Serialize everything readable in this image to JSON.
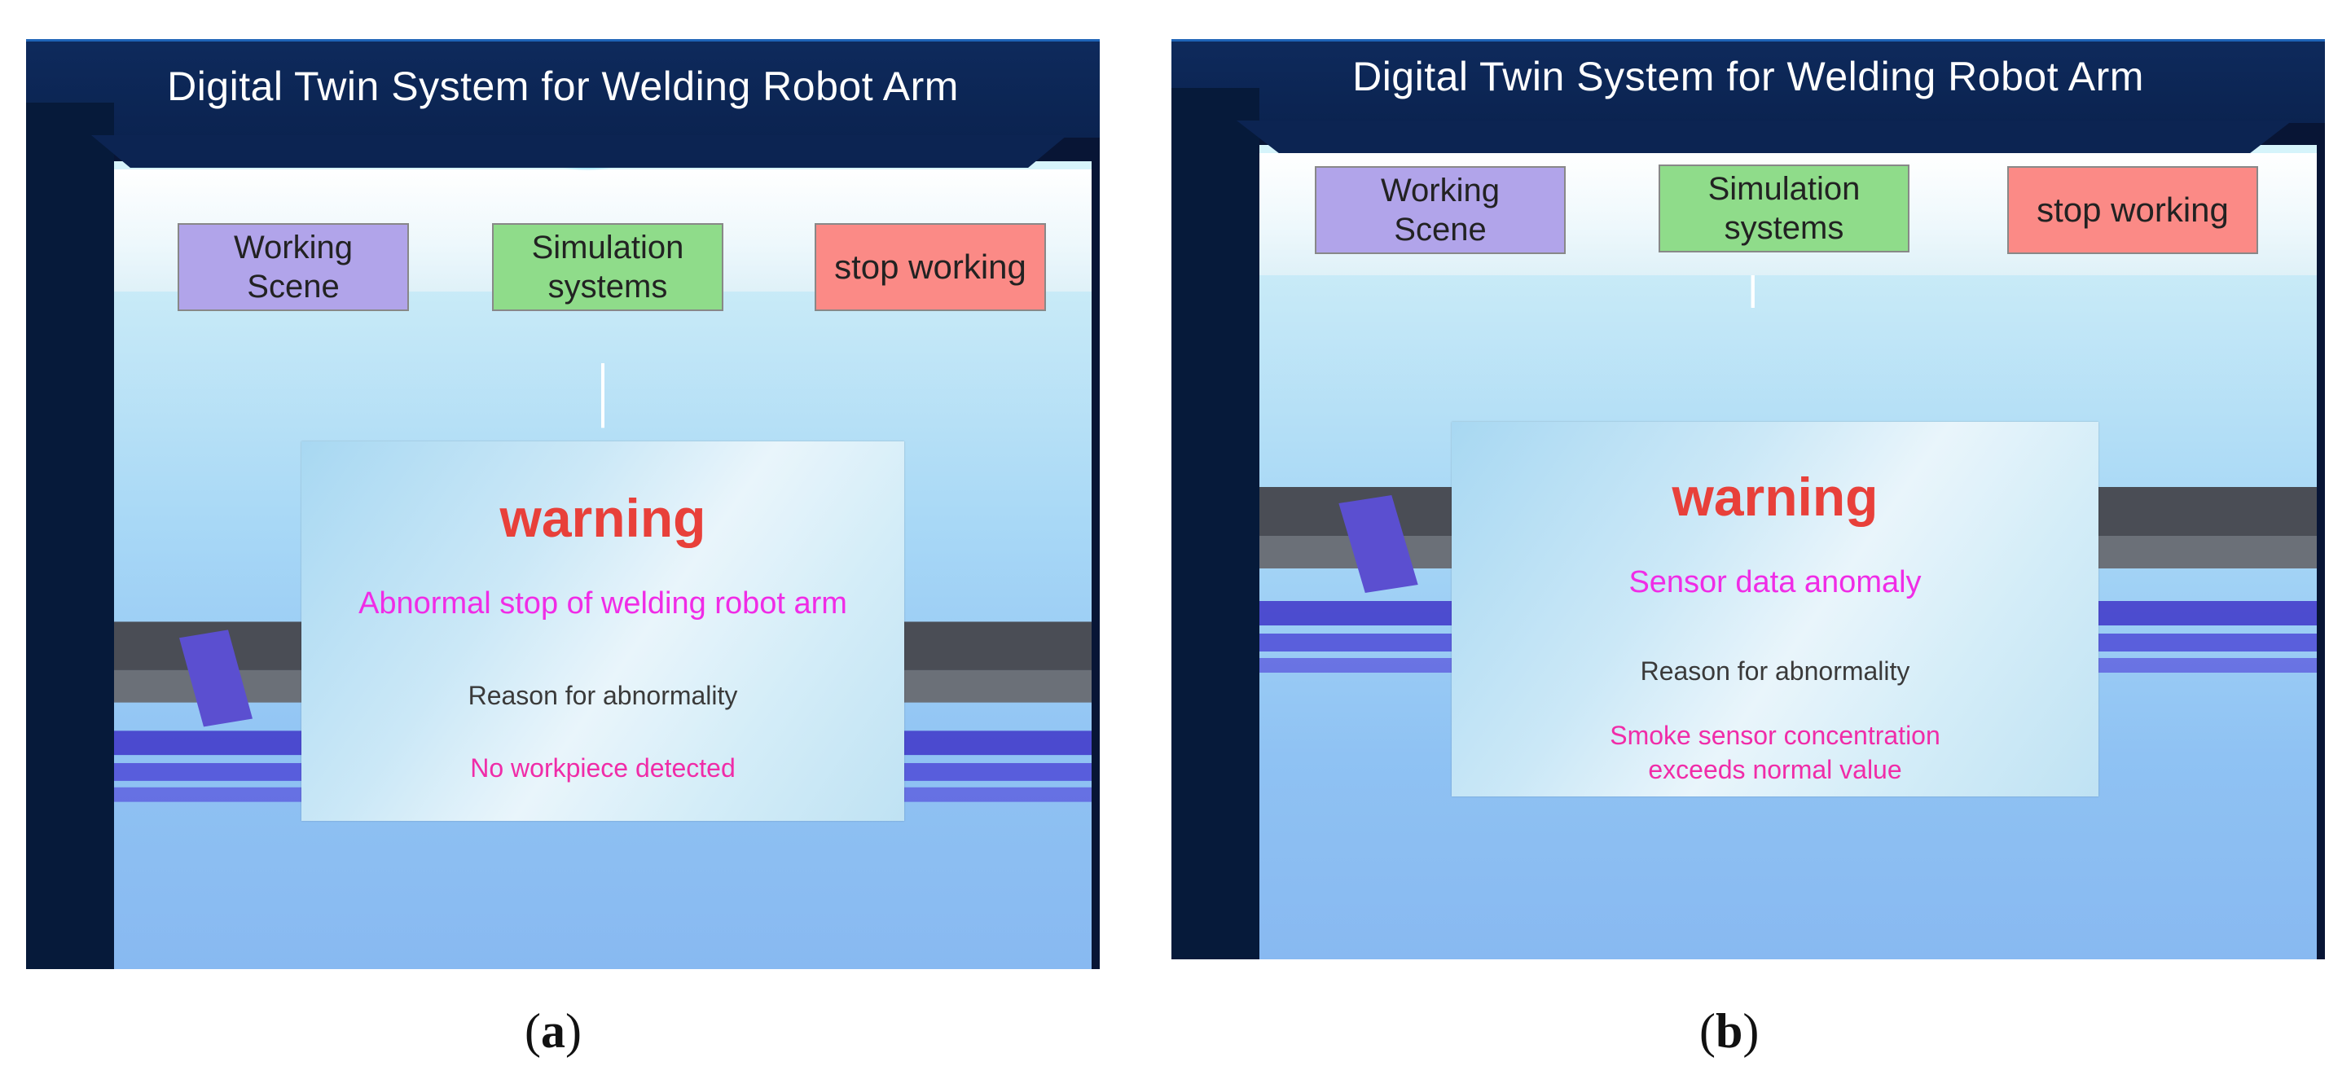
{
  "panels": [
    {
      "id": "a",
      "title": "Digital Twin System for Welding Robot Arm",
      "buttons": {
        "working_scene": "Working\nScene",
        "simulation": "Simulation\nsystems",
        "stop": "stop working"
      },
      "warning": {
        "title": "warning",
        "message": "Abnormal stop of welding robot arm",
        "reason_label": "Reason for abnormality",
        "reason": "No workpiece detected"
      },
      "caption_letter": "a"
    },
    {
      "id": "b",
      "title": "Digital Twin System for Welding Robot Arm",
      "buttons": {
        "working_scene": "Working\nScene",
        "simulation": "Simulation\nsystems",
        "stop": "stop working"
      },
      "warning": {
        "title": "warning",
        "message": "Sensor data anomaly",
        "reason_label": "Reason for abnormality",
        "reason": "Smoke sensor concentration\nexceeds normal value"
      },
      "caption_letter": "b"
    }
  ],
  "colors": {
    "frame": "#081535",
    "button_purple": "#b1a4ea",
    "button_green": "#8fdc8a",
    "button_red": "#fb8a86",
    "warning_title": "#e8403a",
    "warning_message": "#f02ce6",
    "warning_reason": "#f02ca8"
  }
}
